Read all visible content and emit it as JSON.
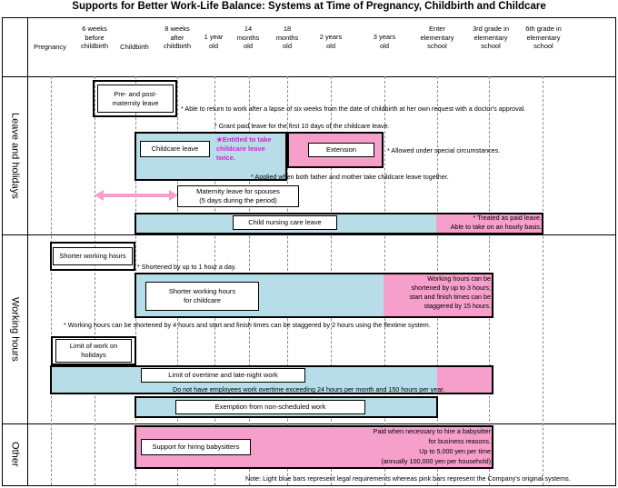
{
  "title": "Supports for Better Work-Life Balance: Systems at Time of Pregnancy, Childbirth and Childcare",
  "columns": [
    "Pregnancy",
    "6 weeks\nbefore\nchildbirth",
    "Childbirth",
    "8 weeks\nafter\nchildbirth",
    "1 year\nold",
    "14\nmonths\nold",
    "18\nmonths\nold",
    "2 years\nold",
    "3 years\nold",
    "Enter\nelementary\nschool",
    "3rd grade in\nelementary\nschool",
    "6th grade in\nelementary\nschool"
  ],
  "categories": {
    "leave": "Leave and holidays",
    "working": "Working hours",
    "other": "Other"
  },
  "leave": {
    "prepost_label": "Pre- and post-\nmaternity leave",
    "prepost_note": "* Able to return to work after a lapse of six weeks from the date of childbirth at her own request with a doctor's approval.",
    "paid_leave_note": "* Grant paid leave for the first 10 days of the childcare leave.",
    "childcare_label": "Childcare leave",
    "twice_note": "★Entitled to take\nchildcare leave\ntwice.",
    "extension_label": "Extension",
    "allowed_note": "* Allowed under special circumstances.",
    "both_note": "* Applied when both father and mother take childcare leave together.",
    "spouse_label": "Maternity leave for spouses\n(5 days during the period)",
    "nursing_label": "Child nursing care leave",
    "nursing_note": "* Treated as paid leave.\nAble to take on an hourly basis."
  },
  "working": {
    "shorter_label": "Shorter working hours",
    "shorter_note": "* Shortened by up to 1 hour a day.",
    "shorter_childcare_label": "Shorter working hours\nfor childcare",
    "shorter_childcare_note": "Working hours can be\nshortened by up to 3 hours;\nstart and finish times can be\nstaggered by 15 hours.",
    "flextime_note": "* Working hours can be shortened by 4 hours and start and finish times can be staggered by 2 hours using the flextime system."
  },
  "overtime": {
    "holidays_label": "Limit of work on\nholidays",
    "overtime_label": "Limit of overtime and late-night work",
    "overtime_note": "Do not have employees work overtime exceeding 24 hours per month and 150 hours per year.",
    "exemption_label": "Exemption from non-scheduled work"
  },
  "other": {
    "babysitter_label": "Support for hiring babysitters",
    "babysitter_note": "Paid when necessary to hire a babysitter\nfor business reasons.\nUp to 5,000 yen per time\n(annually 100,000 yen per household)"
  },
  "footnote": "Note: Light blue bars represent legal requirements whereas pink bars represent the Company's original systems.",
  "colors": {
    "legal": "#b7dde8",
    "company": "#f79fcb",
    "magenta_text": "#e020d0"
  }
}
